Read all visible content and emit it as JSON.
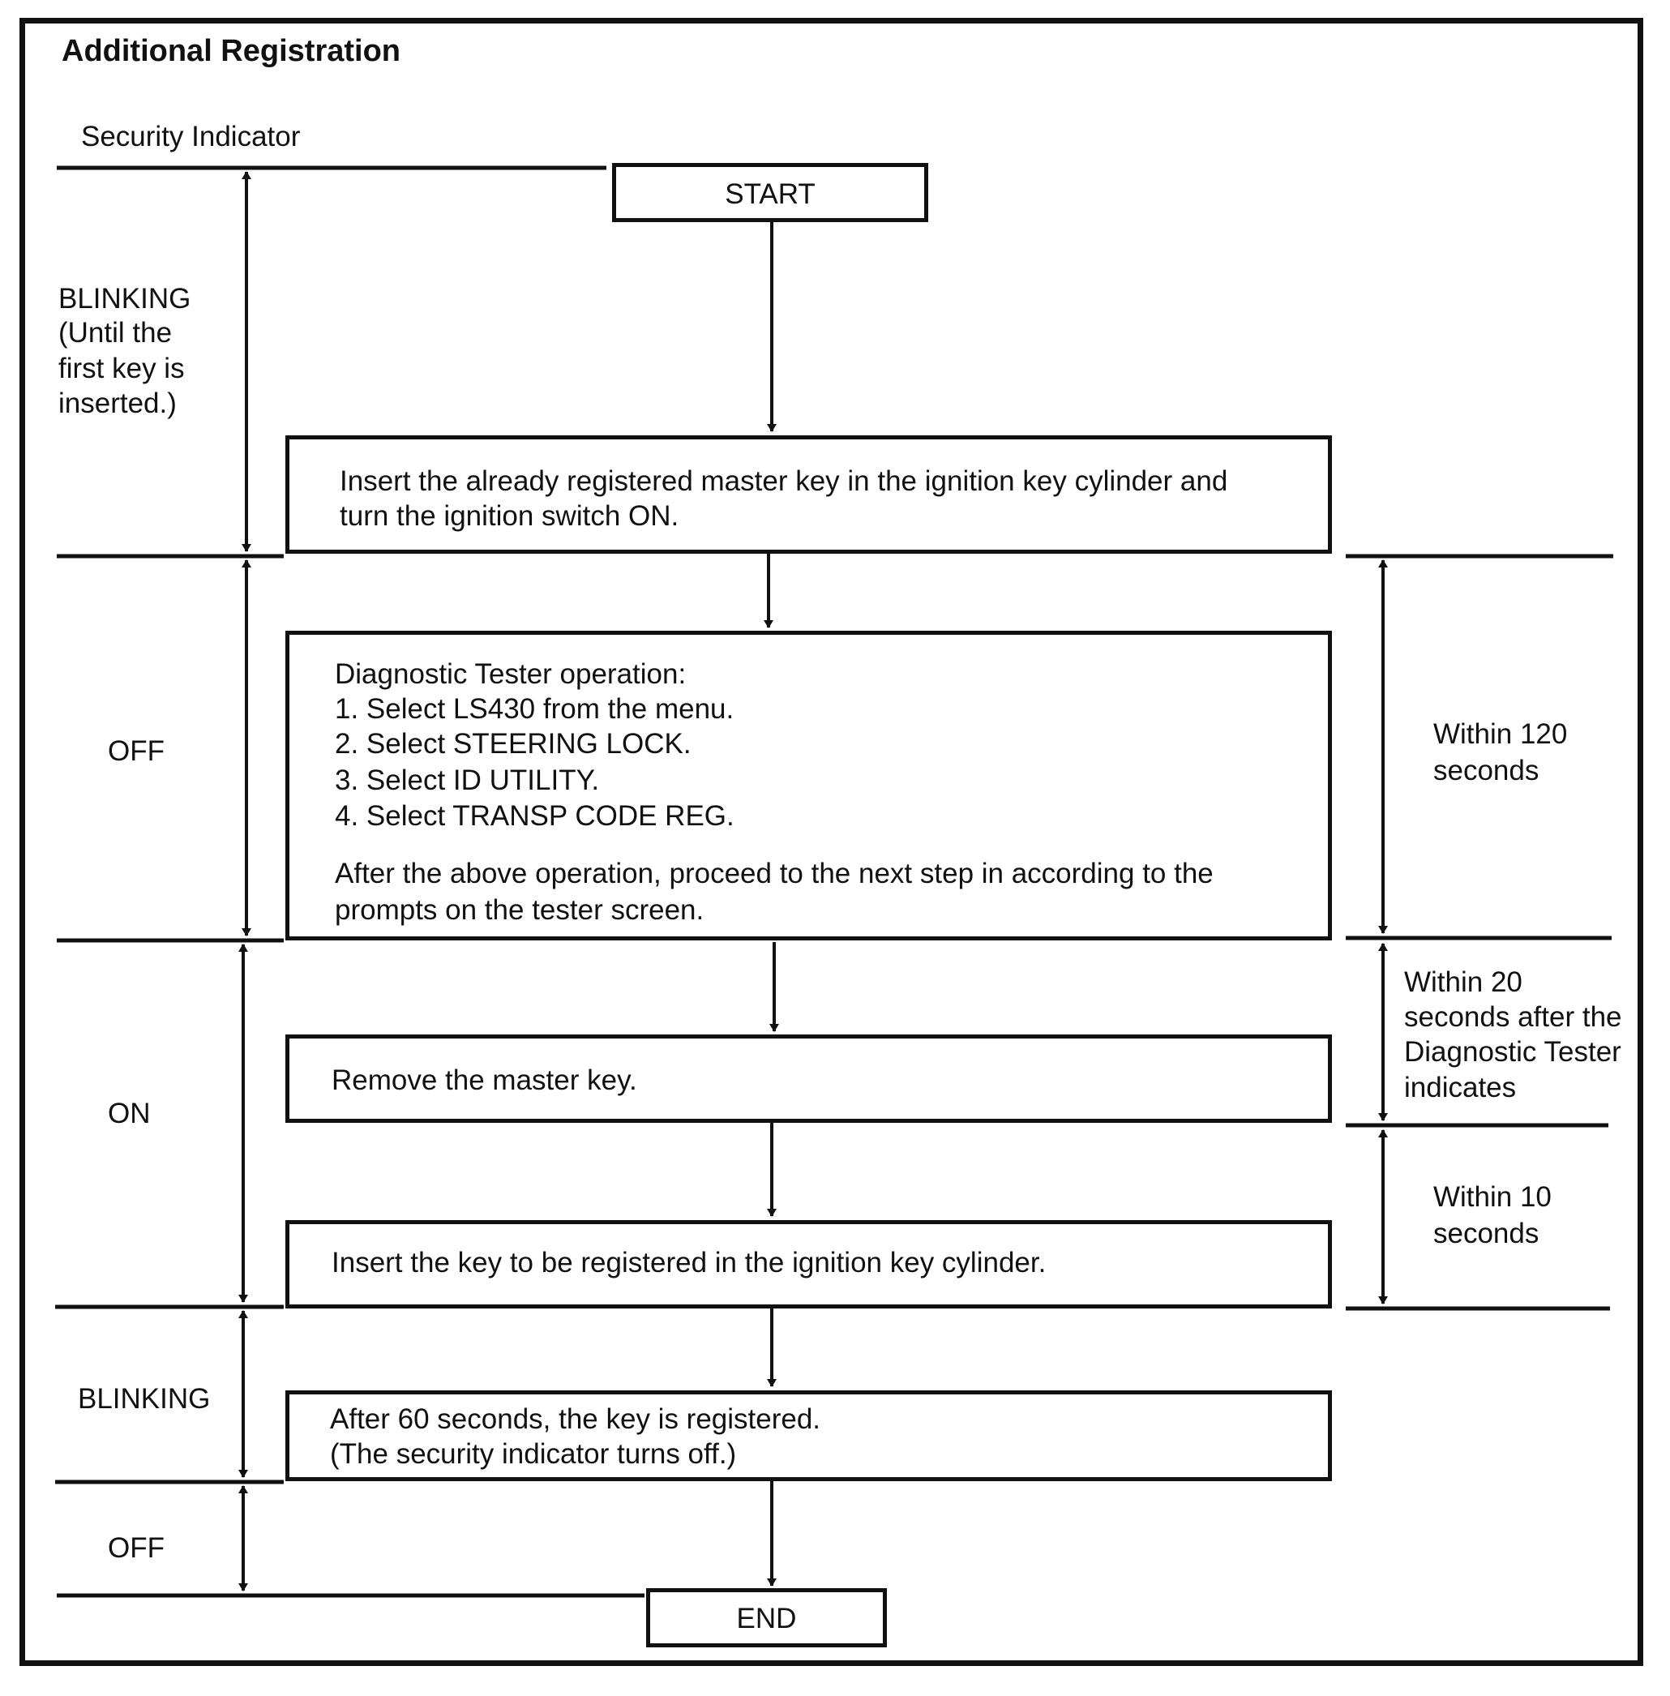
{
  "title": "Additional Registration",
  "indicator_heading": "Security Indicator",
  "states": {
    "blinking_1": [
      "BLINKING",
      "(Until the",
      "first key is",
      "inserted.)"
    ],
    "off_1": "OFF",
    "on": "ON",
    "blinking_2": "BLINKING",
    "off_2": "OFF"
  },
  "steps": {
    "start": "START",
    "step1": [
      "Insert the already registered master key in the ignition key cylinder and",
      "turn the ignition switch ON."
    ],
    "step2_heading": "Diagnostic Tester operation:",
    "step2_items": [
      "1.  Select LS430 from the menu.",
      "2.  Select STEERING LOCK.",
      "3.  Select ID UTILITY.",
      "4.  Select TRANSP CODE REG."
    ],
    "step2_note": [
      "After the above operation, proceed to the next step in according to the",
      "prompts on the tester screen."
    ],
    "step3": "Remove the master key.",
    "step4": "Insert the key to be registered in the ignition key cylinder.",
    "step5": [
      "After 60 seconds, the key is registered.",
      "(The security indicator turns off.)"
    ],
    "end": "END"
  },
  "timing": {
    "t1": [
      "Within 120",
      "seconds"
    ],
    "t2": [
      "Within 20",
      "seconds after the",
      "Diagnostic Tester",
      "indicates"
    ],
    "t3": [
      "Within 10",
      "seconds"
    ]
  }
}
